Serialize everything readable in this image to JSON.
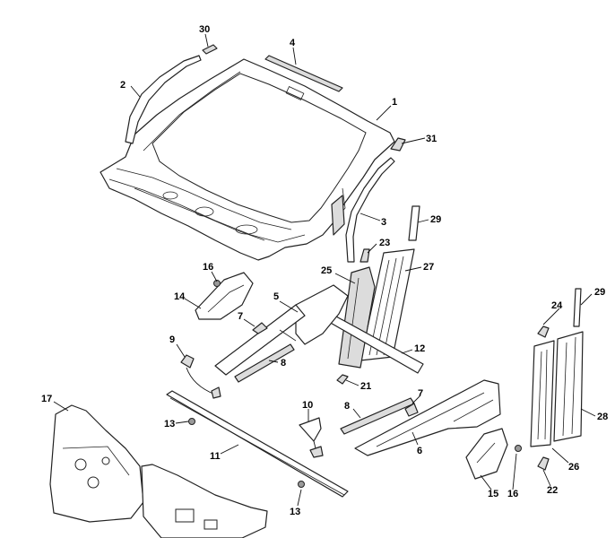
{
  "callouts": [
    {
      "id": "c30",
      "label": "30"
    },
    {
      "id": "c4",
      "label": "4"
    },
    {
      "id": "c2",
      "label": "2"
    },
    {
      "id": "c1",
      "label": "1"
    },
    {
      "id": "c31",
      "label": "31"
    },
    {
      "id": "c3",
      "label": "3"
    },
    {
      "id": "c29a",
      "label": "29"
    },
    {
      "id": "c23",
      "label": "23"
    },
    {
      "id": "c27",
      "label": "27"
    },
    {
      "id": "c25",
      "label": "25"
    },
    {
      "id": "c16a",
      "label": "16"
    },
    {
      "id": "c14",
      "label": "14"
    },
    {
      "id": "c5",
      "label": "5"
    },
    {
      "id": "c7a",
      "label": "7"
    },
    {
      "id": "c9",
      "label": "9"
    },
    {
      "id": "c8a",
      "label": "8"
    },
    {
      "id": "c12",
      "label": "12"
    },
    {
      "id": "c21",
      "label": "21"
    },
    {
      "id": "c24",
      "label": "24"
    },
    {
      "id": "c29b",
      "label": "29"
    },
    {
      "id": "c17",
      "label": "17"
    },
    {
      "id": "c13a",
      "label": "13"
    },
    {
      "id": "c10",
      "label": "10"
    },
    {
      "id": "c8b",
      "label": "8"
    },
    {
      "id": "c7b",
      "label": "7"
    },
    {
      "id": "c6",
      "label": "6"
    },
    {
      "id": "c11",
      "label": "11"
    },
    {
      "id": "c13b",
      "label": "13"
    },
    {
      "id": "c15",
      "label": "15"
    },
    {
      "id": "c16b",
      "label": "16"
    },
    {
      "id": "c22",
      "label": "22"
    },
    {
      "id": "c26",
      "label": "26"
    },
    {
      "id": "c28",
      "label": "28"
    }
  ]
}
